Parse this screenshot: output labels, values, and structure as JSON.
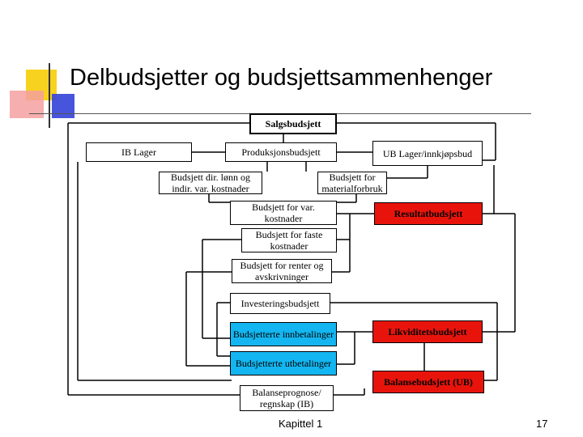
{
  "slide": {
    "title": "Delbudsjetter og budsjettsammenhenger",
    "footer_center": "Kapittel 1",
    "page_number": "17"
  },
  "diagram": {
    "salgsbudsjett": "Salgsbudsjett",
    "ib_lager": "IB Lager",
    "produksjonsbudsjett": "Produksjonsbudsjett",
    "ub_lager": "UB Lager/innkjøpsbud",
    "budsjett_lonn": "Budsjett dir. lønn og indir. var. kostnader",
    "budsjett_materialforbruk": "Budsjett for materialforbruk",
    "budsjett_var_kostnader": "Budsjett for var. kostnader",
    "resultatbudsjett": "Resultatbudsjett",
    "budsjett_faste_kostnader": "Budsjett for faste kostnader",
    "budsjett_renter": "Budsjett for renter og avskrivninger",
    "investeringsbudsjett": "Investeringsbudsjett",
    "innbetalinger": "Budsjetterte innbetalinger",
    "likviditetsbudsjett": "Likviditetsbudsjett",
    "utbetalinger": "Budsjetterte utbetalinger",
    "balansebudsjett": "Balansebudsjett (UB)",
    "balanseprognose": "Balanseprognose/ regnskap (IB)"
  },
  "colors": {
    "accent_red": "#e8140c",
    "accent_cyan": "#13b6f0",
    "deco_yellow": "#f7d21e",
    "deco_pink": "#f08a8a",
    "deco_blue": "#2f3fd8"
  }
}
